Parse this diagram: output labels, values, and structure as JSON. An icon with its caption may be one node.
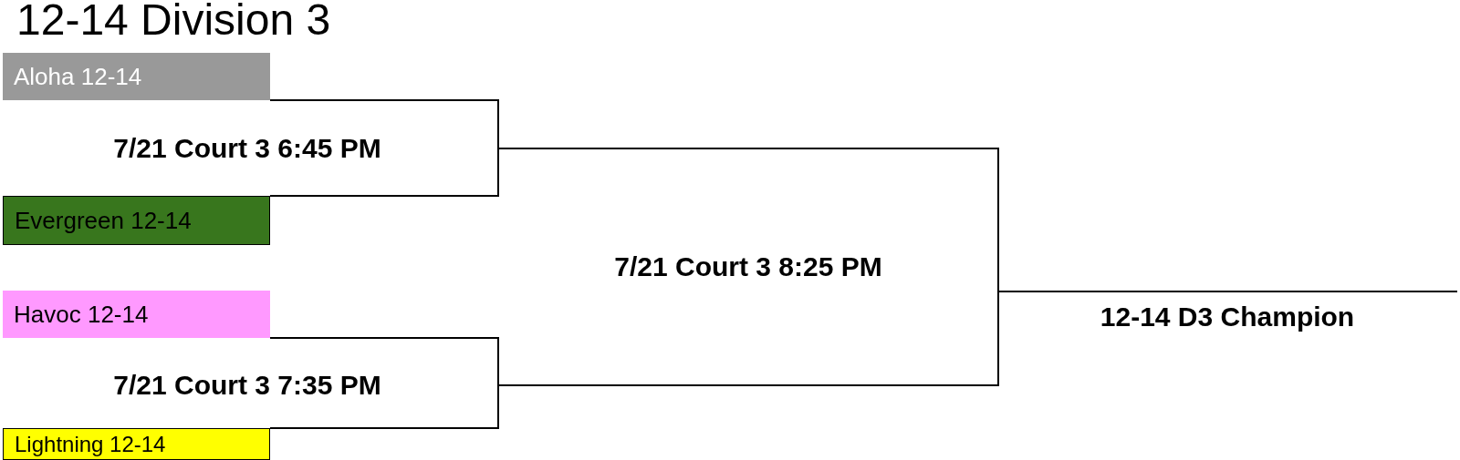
{
  "diagram": {
    "title": "12-14 Division 3",
    "nodes": [
      {
        "text": [
          "Aloha 12-14"
        ]
      },
      {
        "text": [
          "Evergreen 12-14"
        ]
      },
      {
        "text": [
          "Havoc 12-14"
        ]
      },
      {
        "text": [
          "Lightning 12-14"
        ]
      }
    ],
    "edges": [
      {
        "from": 0,
        "to": 1,
        "arrow": "none",
        "label": "7/21 Court 3 6:45 PM"
      },
      {
        "from": 2,
        "to": 3,
        "arrow": "none",
        "label": "7/21 Court 3 7:35 PM"
      }
    ],
    "labels": [
      "7/21 Court 3 8:25 PM",
      "12-14 D3 Champion"
    ]
  }
}
